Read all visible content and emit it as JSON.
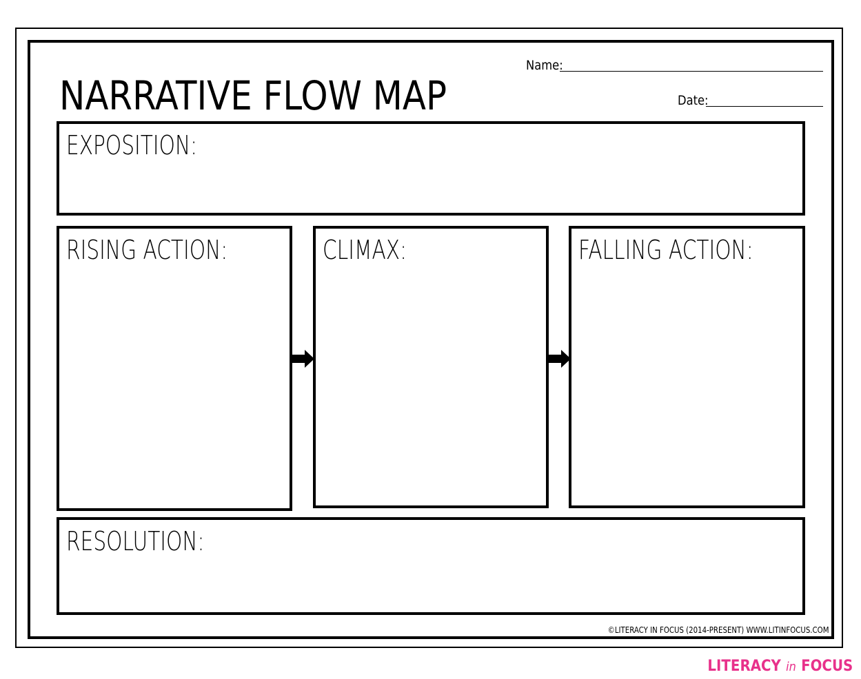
{
  "worksheet": {
    "title": "NARRATIVE FLOW MAP",
    "name_label": "Name:",
    "date_label": "Date:"
  },
  "sections": {
    "exposition": "EXPOSITION:",
    "rising_action": "RISING ACTION:",
    "climax": "CLIMAX:",
    "falling_action": "FALLING ACTION:",
    "resolution": "RESOLUTION:"
  },
  "footer": {
    "copyright": "©LITERACY IN FOCUS (2014-PRESENT) WWW.LITINFOCUS.COM",
    "brand_left": "LITERACY",
    "brand_mid": "in",
    "brand_right": "FOCUS",
    "brand_color": "#e8318b"
  },
  "icons": {
    "flow_arrow": "arrow-right-icon"
  }
}
